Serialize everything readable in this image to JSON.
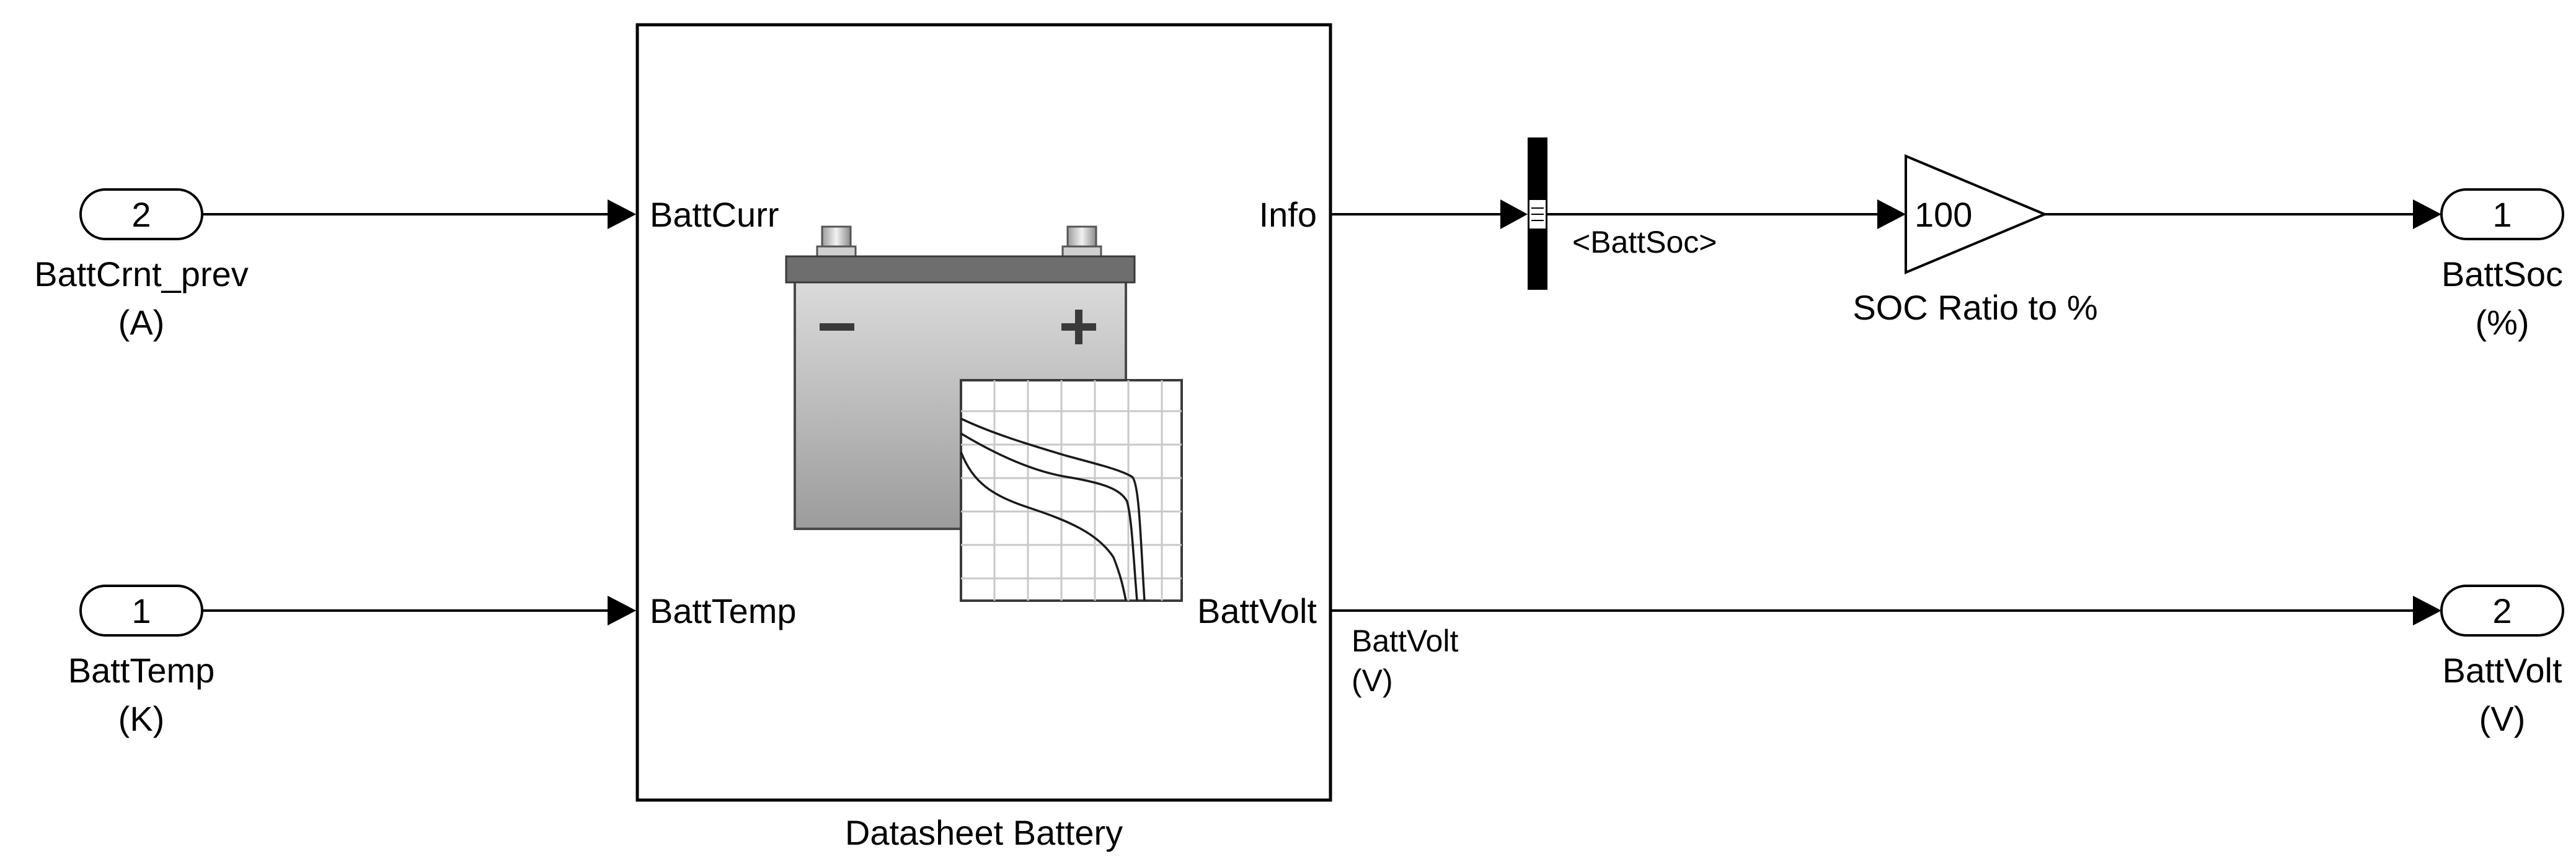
{
  "inports": [
    {
      "number": "2",
      "name": "BattCrnt_prev",
      "unit": "(A)"
    },
    {
      "number": "1",
      "name": "BattTemp",
      "unit": "(K)"
    }
  ],
  "battery_block": {
    "name": "Datasheet Battery",
    "inputs": [
      "BattCurr",
      "BattTemp"
    ],
    "outputs": [
      "Info",
      "BattVolt"
    ],
    "icon": "battery-icon",
    "curve_icon": "discharge-curve-icon"
  },
  "bus_selector": {
    "output_label": "<BattSoc>"
  },
  "gain_block": {
    "value": "100",
    "name": "SOC Ratio to %"
  },
  "signal_labels": {
    "battvolt_name": "BattVolt",
    "battvolt_unit": "(V)"
  },
  "outports": [
    {
      "number": "1",
      "name": "BattSoc",
      "unit": "(%)"
    },
    {
      "number": "2",
      "name": "BattVolt",
      "unit": "(V)"
    }
  ],
  "colors": {
    "line": "#000000",
    "battery_body_top": "#d9d9d9",
    "battery_body_bottom": "#9e9e9e",
    "battery_lid": "#6b6b6b",
    "bus_bar": "#000000"
  }
}
